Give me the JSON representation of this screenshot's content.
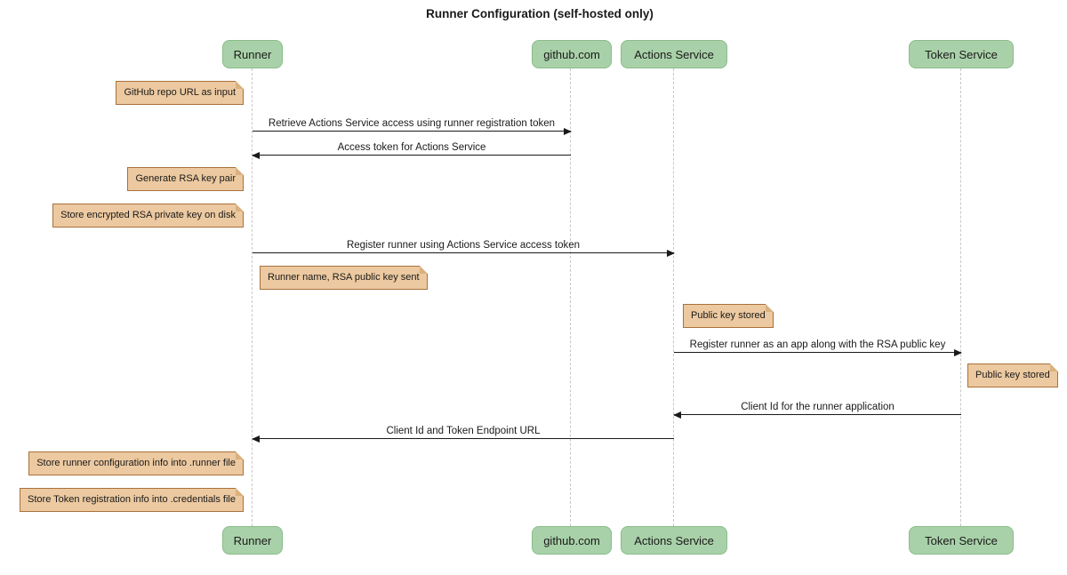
{
  "title": "Runner Configuration (self-hosted only)",
  "diagram_type": "sequence",
  "participants": [
    {
      "label": "Runner"
    },
    {
      "label": "github.com"
    },
    {
      "label": "Actions Service"
    },
    {
      "label": "Token Service"
    }
  ],
  "messages": [
    {
      "from": "Runner",
      "to": "github.com",
      "label": "Retrieve Actions Service access using runner registration token"
    },
    {
      "from": "github.com",
      "to": "Runner",
      "label": "Access token for Actions Service"
    },
    {
      "from": "Runner",
      "to": "Actions Service",
      "label": "Register runner using Actions Service access token"
    },
    {
      "from": "Actions Service",
      "to": "Token Service",
      "label": "Register runner as an app along with the RSA public key"
    },
    {
      "from": "Token Service",
      "to": "Actions Service",
      "label": "Client Id for the runner application"
    },
    {
      "from": "Actions Service",
      "to": "Runner",
      "label": "Client Id and Token Endpoint URL"
    }
  ],
  "notes": [
    {
      "label": "GitHub repo URL as input",
      "position": "left of Runner"
    },
    {
      "label": "Generate RSA key pair",
      "position": "left of Runner"
    },
    {
      "label": "Store encrypted RSA private key on disk",
      "position": "left of Runner"
    },
    {
      "label": "Runner name, RSA public key sent",
      "position": "right of Runner"
    },
    {
      "label": "Public key stored",
      "position": "right of Actions Service"
    },
    {
      "label": "Public key stored",
      "position": "right of Token Service"
    },
    {
      "label": "Store runner configuration info into .runner file",
      "position": "left of Runner"
    },
    {
      "label": "Store Token registration info into .credentials file",
      "position": "left of Runner"
    }
  ],
  "colors": {
    "participant_fill": "#a9d1a9",
    "participant_border": "#8abc8a",
    "note_fill": "#ecc9a0",
    "note_border": "#a9713b",
    "note_fold": "#d9b07f",
    "lifeline_color": "#c7c7c7",
    "arrow_color": "#1a1a1a"
  }
}
